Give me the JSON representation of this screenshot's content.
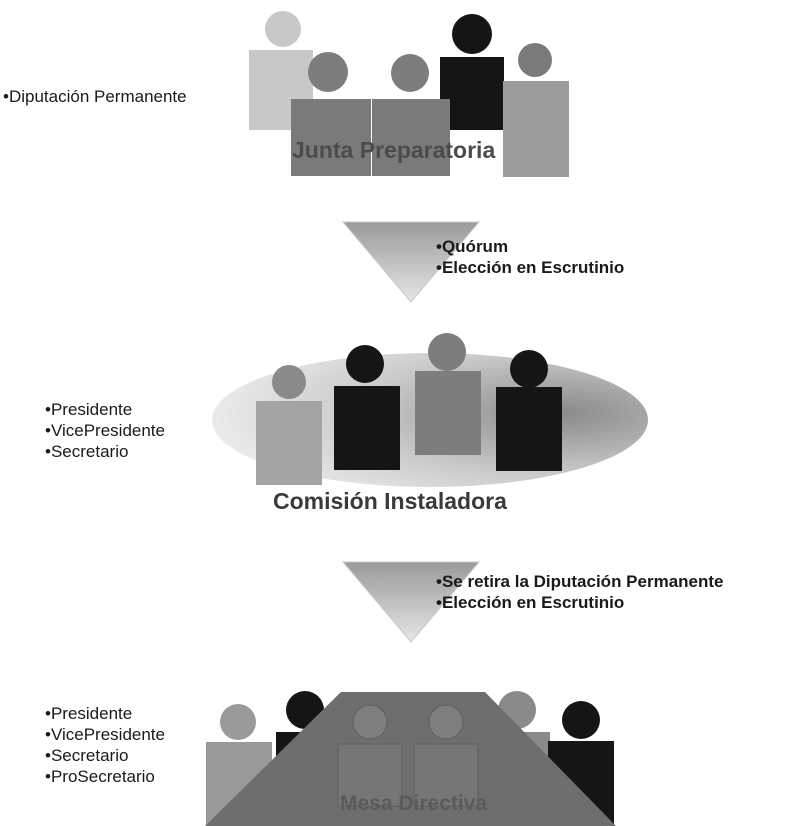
{
  "stage1": {
    "side_note": "Diputación Permanente",
    "title": "Junta Preparatoria"
  },
  "transition1": {
    "items": [
      "Quórum",
      "Elección en Escrutinio"
    ]
  },
  "stage2": {
    "roles": [
      "Presidente",
      "VicePresidente",
      "Secretario"
    ],
    "title": "Comisión Instaladora"
  },
  "transition2": {
    "items": [
      "Se retira la Diputación Permanente",
      "Elección en Escrutinio"
    ]
  },
  "stage3": {
    "roles": [
      "Presidente",
      "VicePresidente",
      "Secretario",
      "ProSecretario"
    ],
    "title": "Mesa Directiva"
  },
  "colors": {
    "light_person": "#b7b7b7",
    "mid_person": "#7e7e7e",
    "dark_person": "#151515",
    "arrow_top": "#9a9a9a",
    "arrow_bottom": "#e6e6e6"
  }
}
